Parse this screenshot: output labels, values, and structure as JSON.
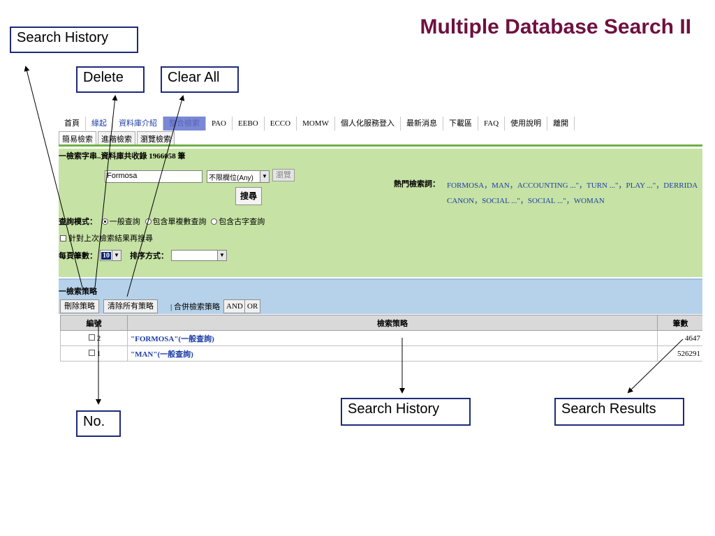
{
  "slide": {
    "title": "Multiple Database Search II",
    "callouts": {
      "search_history_top": "Search History",
      "delete": "Delete",
      "clear_all": "Clear All",
      "no": "No.",
      "search_history_bottom": "Search History",
      "search_results": "Search Results"
    }
  },
  "nav": {
    "items": [
      "首頁",
      "緣起",
      "資料庫介紹",
      "整合檢索",
      "PAO",
      "EEBO",
      "ECCO",
      "MOMW",
      "個人化服務登入",
      "最新消息",
      "下載區",
      "FAQ",
      "使用說明",
      "離開"
    ],
    "active_index": 3
  },
  "subtabs": [
    "簡易檢索",
    "進階檢索",
    "瀏覽檢索"
  ],
  "search": {
    "header": "一檢索字串..資料庫共收錄 1966058 筆",
    "keyword_value": "Formosa",
    "field_select": "不限欄位(Any)",
    "browse_label": "瀏覽",
    "search_label": "搜尋",
    "hot_label": "熱門檢索詞：",
    "hot_terms_line1": "FORMOSA，MAN，ACCOUNTING ...\"，TURN ...\"，PLAY ...\"，DERRIDA",
    "hot_terms_line2": "CANON，SOCIAL ...\"，SOCIAL ...\"，WOMAN",
    "mode_label": "查詢模式：",
    "mode_options": [
      "一般查詢",
      "包含單複數查詢",
      "包含古字查詢"
    ],
    "mode_selected": 0,
    "research_label": "針對上次檢索結果再搜尋",
    "per_page_label": "每頁筆數：",
    "per_page_value": "10",
    "sort_label": "排序方式："
  },
  "history": {
    "header": "一檢索策略",
    "delete_btn": "刪除策略",
    "clear_btn": "清除所有策略",
    "merge_label": "| 合併檢索策略",
    "and_btn": "AND",
    "or_btn": "OR",
    "columns": [
      "編號",
      "檢索策略",
      "筆數"
    ],
    "rows": [
      {
        "no": "2",
        "strategy": "\"FORMOSA\"(一般查詢)",
        "count": "4647"
      },
      {
        "no": "1",
        "strategy": "\"MAN\"(一般查詢)",
        "count": "526291"
      }
    ]
  },
  "colors": {
    "title": "#6e1040",
    "callout_border": "#1c2a7a",
    "search_panel": "#c6e2a4",
    "history_bar": "#b6d2ea",
    "link": "#1d3ea8"
  }
}
